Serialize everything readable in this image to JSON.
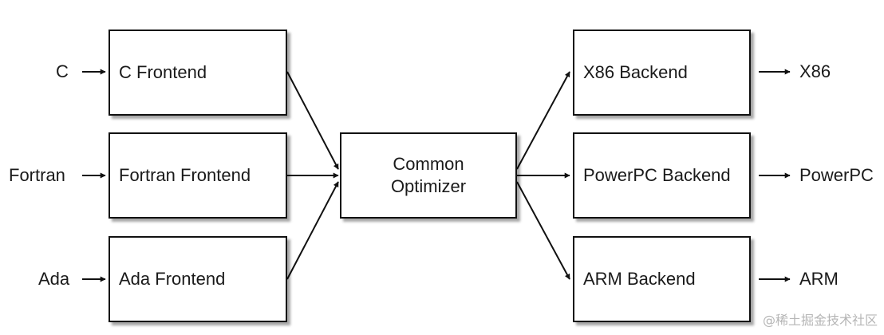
{
  "inputs": [
    "C",
    "Fortran",
    "Ada"
  ],
  "frontends": [
    "C Frontend",
    "Fortran Frontend",
    "Ada Frontend"
  ],
  "optimizer": {
    "line1": "Common",
    "line2": "Optimizer"
  },
  "backends": [
    "X86 Backend",
    "PowerPC Backend",
    "ARM Backend"
  ],
  "outputs": [
    "X86",
    "PowerPC",
    "ARM"
  ],
  "watermark": "@稀土掘金技术社区"
}
